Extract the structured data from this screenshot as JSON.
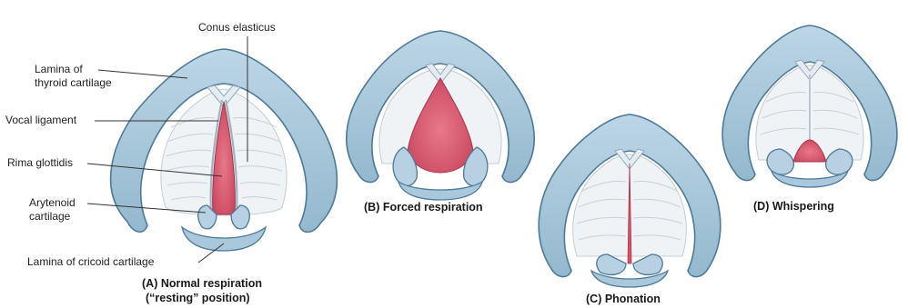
{
  "labels": {
    "conus_elasticus": "Conus elasticus",
    "lamina_thyroid_1": "Lamina of",
    "lamina_thyroid_2": "thyroid cartilage",
    "vocal_ligament": "Vocal ligament",
    "rima_glottidis": "Rima glottidis",
    "arytenoid_1": "Arytenoid",
    "arytenoid_2": "cartilage",
    "lamina_cricoid": "Lamina of cricoid cartilage"
  },
  "captions": {
    "a_line1": "(A) Normal respiration",
    "a_line2": "(“resting” position)",
    "b": "(B) Forced respiration",
    "c": "(C) Phonation",
    "d": "(D) Whispering"
  },
  "colors": {
    "cartilage_fill": "#a9c8dc",
    "cartilage_stroke": "#4d7a98",
    "cartilage_light": "#cfe2ee",
    "fold_fill": "#f0f3f6",
    "fold_line": "#c4ccd4",
    "glottis_fill": "#d9546a",
    "glottis_stroke": "#a8344a"
  }
}
